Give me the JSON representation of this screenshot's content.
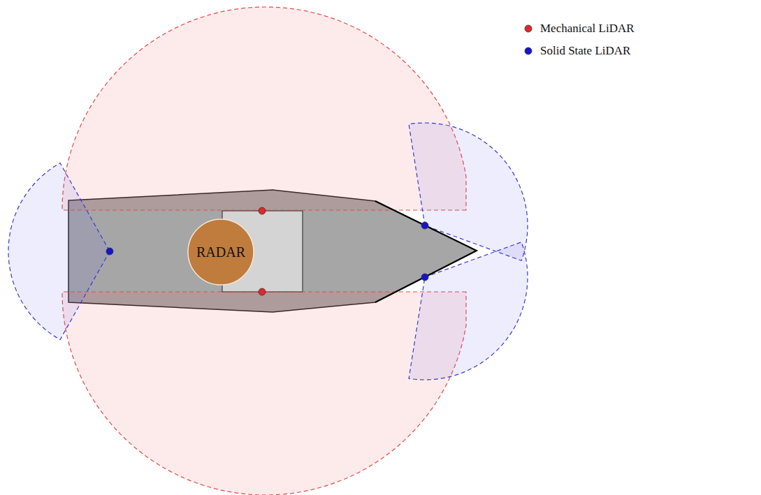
{
  "diagram": {
    "nodes": [
      {
        "text": [
          "RADAR"
        ]
      }
    ],
    "legend": [
      {
        "text": "Mechanical LiDAR",
        "color": "#e3262a"
      },
      {
        "text": "Solid State LiDAR",
        "color": "#1414d2"
      }
    ]
  }
}
